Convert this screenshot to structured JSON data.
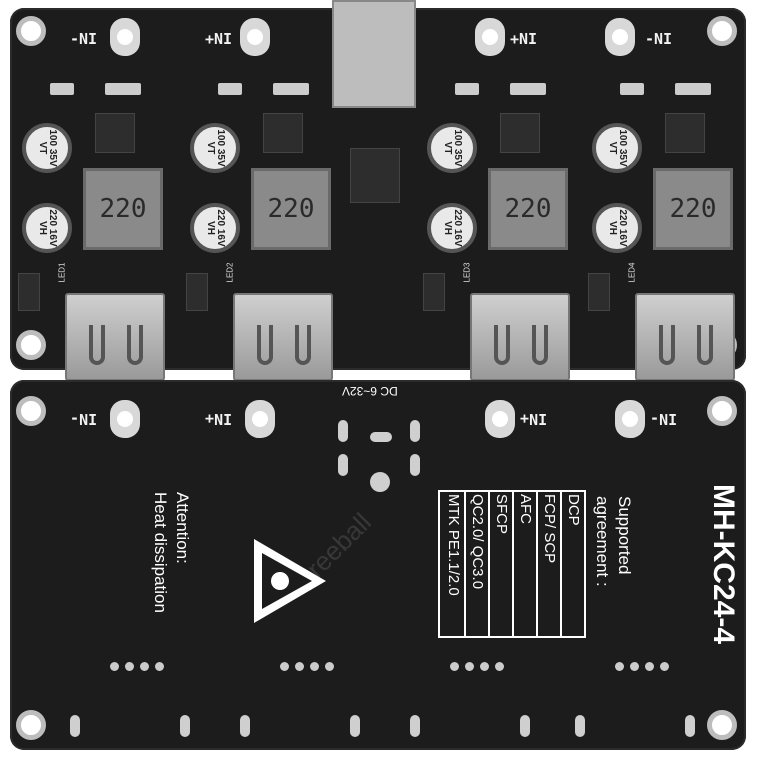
{
  "top_board": {
    "terminals": [
      "-NI",
      "+NI",
      "+NI",
      "-NI"
    ],
    "modules": [
      {
        "cap_top": "100 35V VT",
        "cap_bottom": "220 16V VH",
        "inductor": "220",
        "led": "LED1"
      },
      {
        "cap_top": "100 35V VT",
        "cap_bottom": "220 16V VH",
        "inductor": "220",
        "led": "LED2"
      },
      {
        "cap_top": "100 35V VT",
        "cap_bottom": "220 16V VH",
        "inductor": "220",
        "led": "LED3"
      },
      {
        "cap_top": "100 35V VT",
        "cap_bottom": "220 16V VH",
        "inductor": "220",
        "led": "LED4"
      }
    ]
  },
  "bottom_board": {
    "input_label": "DC 6~32V",
    "terminals": [
      "IN-",
      "IN+",
      "IN+",
      "IN-"
    ],
    "attention": "Attention:",
    "heat": "Heat dissipation",
    "supported": "Supported",
    "agreement": "agreement :",
    "protocols": [
      "DCP",
      "FCP/ SCP",
      "AFC",
      "SFCP",
      "QC2.0/ QC3.0",
      "MTK PE1.1/2.0"
    ],
    "model": "MH-KC24-4"
  },
  "watermark": "reeball"
}
